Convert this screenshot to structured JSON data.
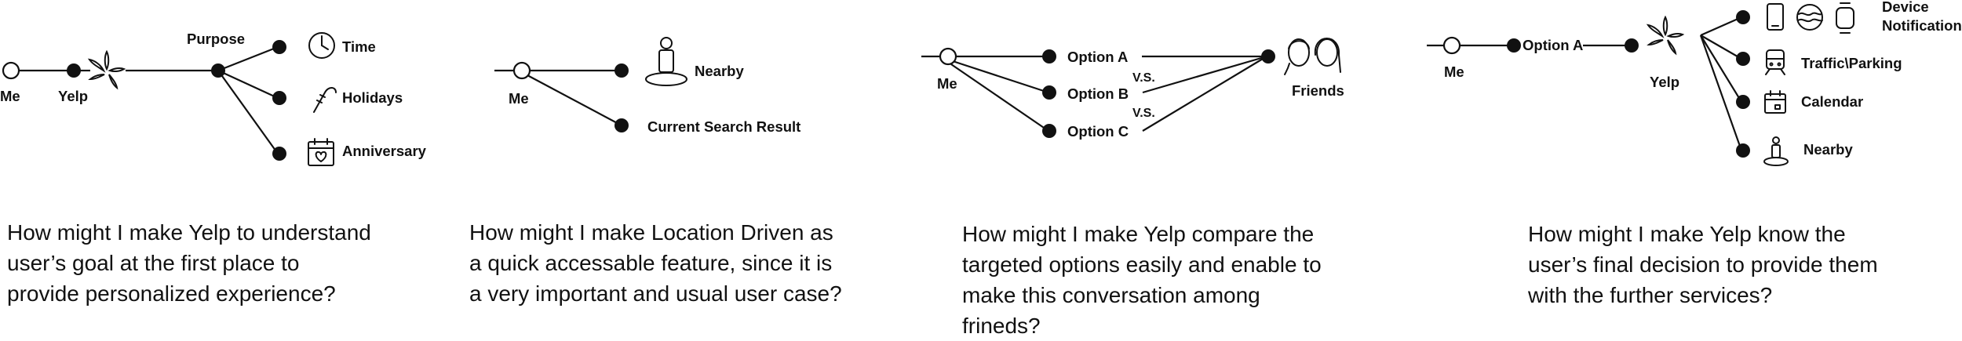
{
  "labels": {
    "me": "Me",
    "yelp": "Yelp",
    "purpose": "Purpose",
    "time": "Time",
    "holidays": "Holidays",
    "anniversary": "Anniversary",
    "nearby": "Nearby",
    "current_search_result": "Current Search Result",
    "option_a": "Option A",
    "option_b": "Option B",
    "option_c": "Option C",
    "vs": "V.S.",
    "friends": "Friends",
    "device_line1": "Device",
    "device_line2": "Notification",
    "traffic_parking": "Traffic\\Parking",
    "calendar": "Calendar"
  },
  "questions": {
    "q1": "How might I make Yelp to understand\nuser’s goal at the first place to\nprovide personalized experience?",
    "q2": "How might I make Location Driven as\na quick accessable feature, since it is\na very important and usual user case?",
    "q3": "How might I make Yelp compare the\ntargeted options easily and enable to\nmake this conversation among\nfrineds?",
    "q4": "How might I make Yelp know the\nuser’s final decision to provide them\nwith the further services?"
  },
  "icons": [
    "clock-icon",
    "candy-cane-icon",
    "calendar-heart-icon",
    "person-pin-icon",
    "friends-faces-icon",
    "phone-icon",
    "watch-icon",
    "train-icon",
    "calendar-icon",
    "yelp-burst-icon"
  ]
}
